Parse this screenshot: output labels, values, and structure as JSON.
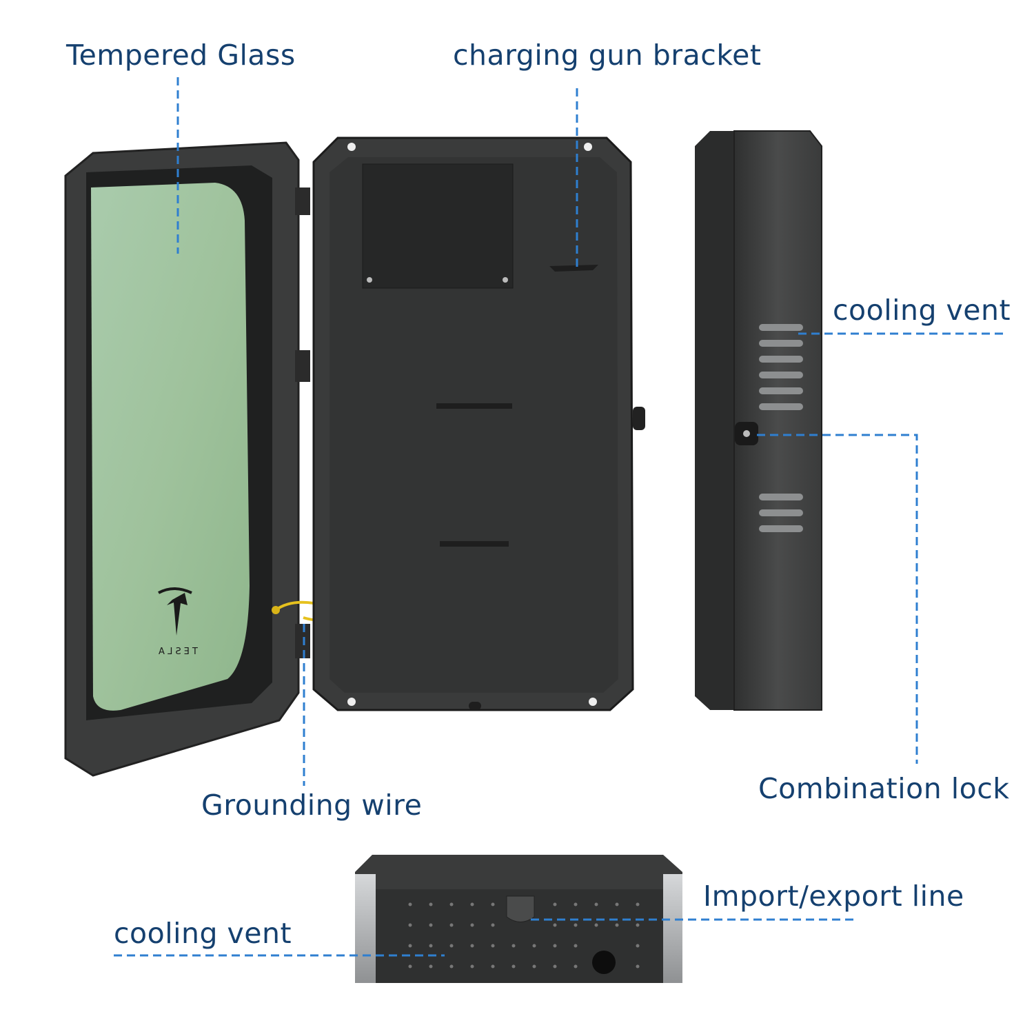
{
  "labels": {
    "tempered_glass": "Tempered Glass",
    "charging_gun_bracket": "charging gun bracket",
    "cooling_vent_side": "cooling vent",
    "combination_lock": "Combination lock",
    "grounding_wire": "Grounding wire",
    "import_export_line": "Import/export line",
    "cooling_vent_bottom": "cooling vent"
  },
  "logo_text": "TESLA",
  "colors": {
    "label_text": "#15406f",
    "leader_line": "#2f7fd0",
    "enclosure_dark": "#3a3a3a",
    "glass_green": "#a6c8a2",
    "ground_wire": "#e6c11e",
    "silver_trim": "#b4b6b8"
  }
}
